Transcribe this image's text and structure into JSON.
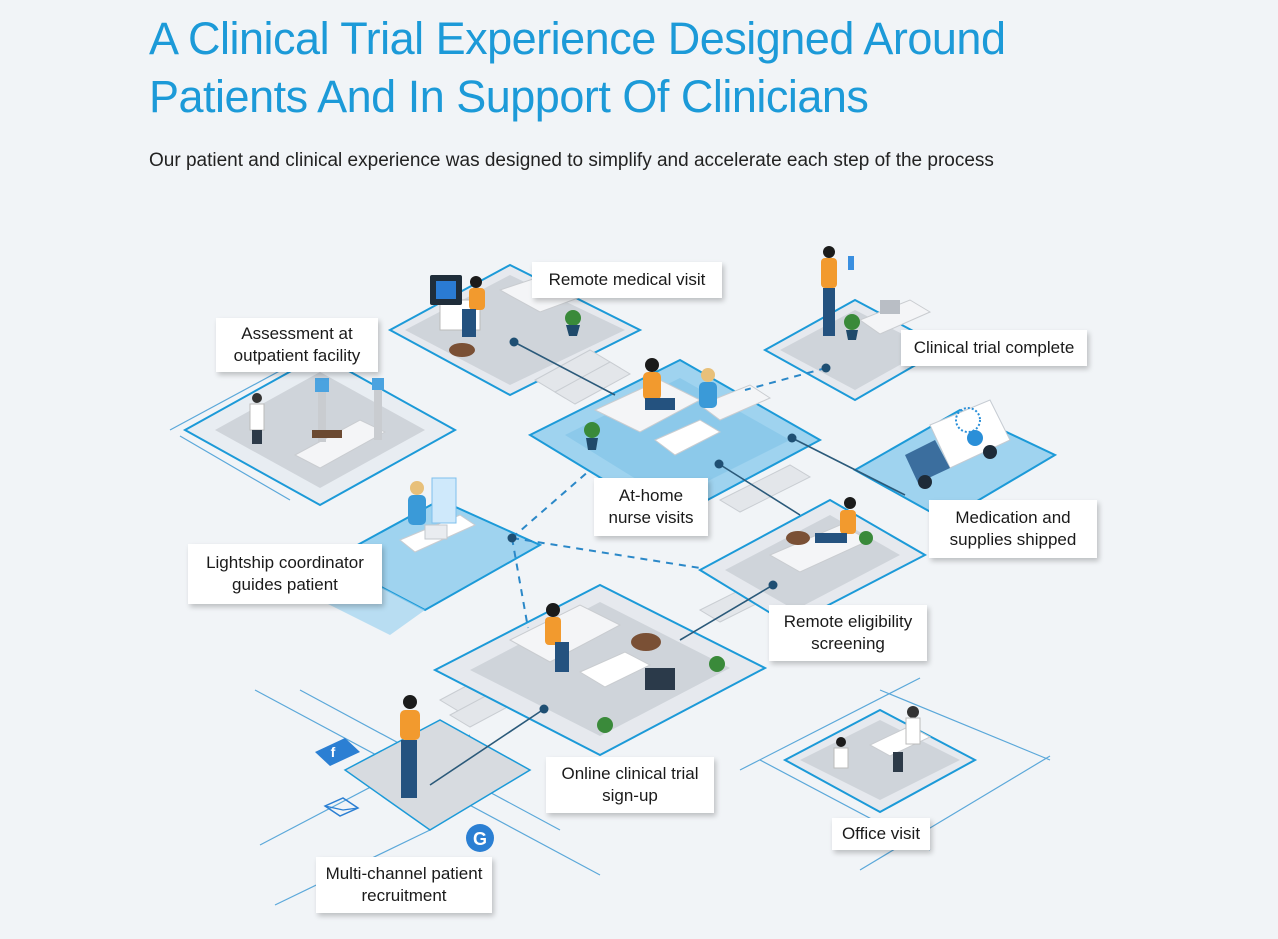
{
  "header": {
    "title": "A Clinical Trial Experience Designed Around Patients And In Support Of Clinicians",
    "subtitle": "Our patient and clinical experience was designed to simplify and accelerate each step of the process"
  },
  "labels": {
    "remote_medical_visit": "Remote medical visit",
    "clinical_trial_complete": "Clinical trial complete",
    "assessment_outpatient": "Assessment at\noutpatient facility",
    "at_home_nurse": "At-home\nnurse visits",
    "medication_shipped": "Medication and\nsupplies shipped",
    "coordinator_guides": "Lightship coordinator\nguides patient",
    "remote_eligibility": "Remote eligibility\nscreening",
    "online_signup": "Online clinical trial\nsign-up",
    "office_visit": "Office visit",
    "multichannel_recruitment": "Multi-channel patient\nrecruitment"
  },
  "colors": {
    "accent": "#1c9ad8",
    "platform_blue": "#9fd3ef",
    "platform_gray": "#d9dde2",
    "connector": "#2b5a7a"
  },
  "icons": [
    "facebook-icon",
    "mail-icon",
    "google-icon",
    "computer-monitor-icon",
    "van-icon"
  ]
}
